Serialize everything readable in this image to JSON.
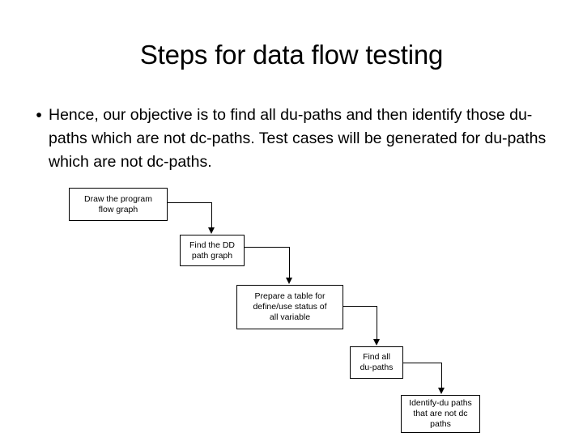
{
  "slide": {
    "title": "Steps for data flow testing",
    "background_color": "#ffffff",
    "text_color": "#000000"
  },
  "body": {
    "bullets": [
      {
        "marker": "•",
        "text": "Hence, our objective is to find all du-paths and then identify those du-paths which are not dc-paths. Test cases will be generated for du-paths which are not dc-paths."
      }
    ]
  },
  "flowchart": {
    "line_color": "#000000",
    "box_fill": "#ffffff",
    "boxes": [
      {
        "id": "box-1",
        "line1": "Draw the program",
        "line2": "flow graph",
        "line3": ""
      },
      {
        "id": "box-2",
        "line1": "Find the DD",
        "line2": "path graph",
        "line3": ""
      },
      {
        "id": "box-3",
        "line1": "Prepare a table for",
        "line2": "define/use status of",
        "line3": "all variable"
      },
      {
        "id": "box-4",
        "line1": "Find all",
        "line2": "du-paths",
        "line3": ""
      },
      {
        "id": "box-5",
        "line1": "Identify-du paths",
        "line2": "that are not dc",
        "line3": "paths"
      }
    ]
  }
}
